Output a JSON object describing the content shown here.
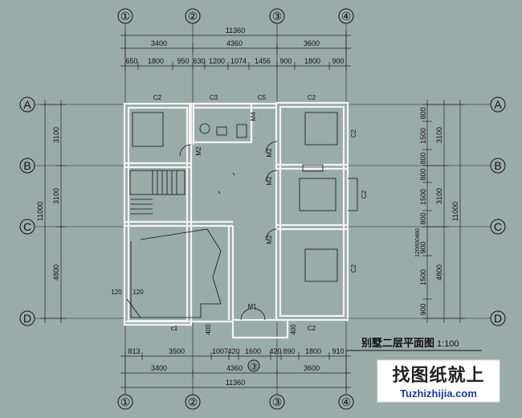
{
  "grid_cols": [
    "①",
    "②",
    "③",
    "④"
  ],
  "grid_rows": [
    "A",
    "B",
    "C",
    "D"
  ],
  "top": {
    "total": "11360",
    "mid": [
      "3400",
      "4360",
      "3600"
    ],
    "detail": [
      "650",
      "1800",
      "950",
      "630",
      "1200",
      "1074",
      "1456",
      "900",
      "1800",
      "900"
    ]
  },
  "bottom": {
    "detail": [
      "813",
      "3500",
      "1007",
      "420",
      "1600",
      "420",
      "890",
      "1800",
      "910"
    ],
    "mid": [
      "3400",
      "4360",
      "3600"
    ],
    "total": "11360"
  },
  "left": {
    "total": "11000",
    "segments": [
      "3100",
      "3100",
      "4800"
    ]
  },
  "right": {
    "total": "11000",
    "segments": [
      "3100",
      "3100",
      "4800"
    ],
    "detail": [
      "800",
      "1500",
      "800",
      "800",
      "1500",
      "800",
      "900",
      "1500",
      "900"
    ],
    "small": [
      "480",
      "600",
      "120"
    ]
  },
  "doors_windows": {
    "c2_top_left": "C2",
    "c3": "C3",
    "c5": "C5",
    "c2_top_right": "C2",
    "m4": "M4",
    "m2_a": "M2",
    "m2_b": "M2",
    "m2_c": "M2",
    "m2_d": "M2",
    "c2_right_1": "C2",
    "c2_right_2": "C2",
    "c2_right_3": "C2",
    "m1": "M1",
    "c1": "c1",
    "c2_bottom": "C2",
    "mark_120_a": "120",
    "mark_120_b": "120",
    "mark_400_a": "400",
    "mark_400_b": "400"
  },
  "marker_3": "③",
  "title": "别墅二层平面图",
  "scale": "1:100",
  "logo": {
    "cn": "找图纸就上",
    "url": "Tuzhizhijia.com"
  },
  "colors": {
    "background": "#9aaca8",
    "wall": "#ffffff",
    "line": "#111111",
    "logo_bg": "#ffffff",
    "url": "#1a3a9a"
  }
}
